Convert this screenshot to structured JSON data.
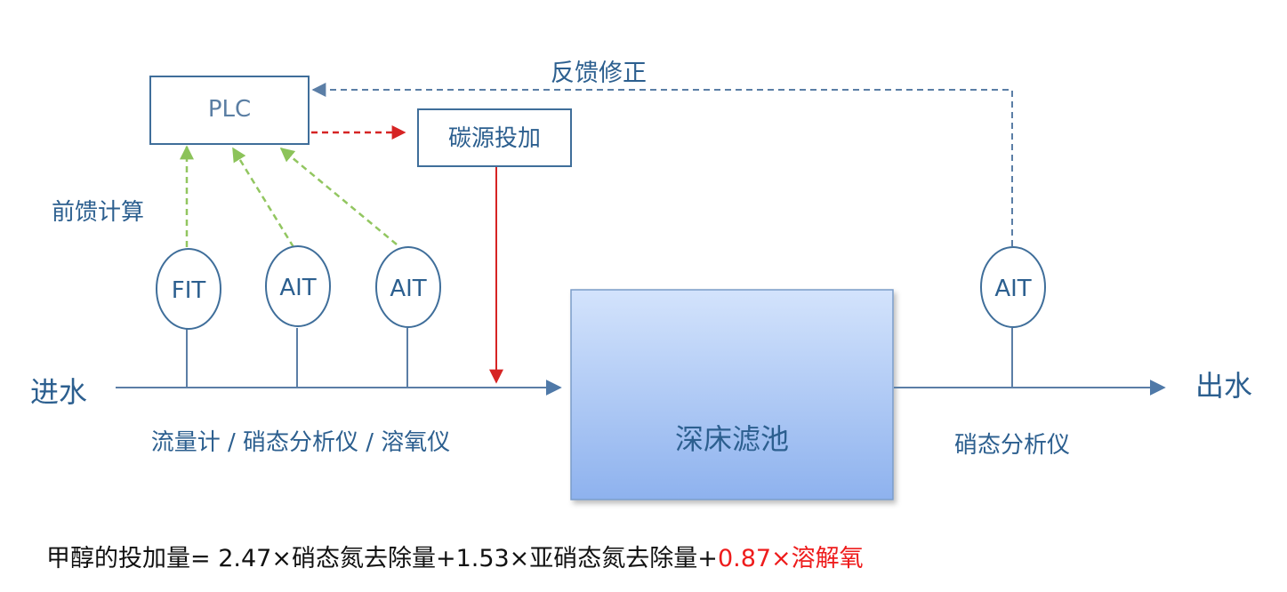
{
  "colors": {
    "line": "#5b7ea6",
    "label": "#2c5f8f",
    "feedforward": "#92c660",
    "control": "#d62424",
    "dosing": "#d62424",
    "highlight": "#ee1c1c",
    "filter_top": "#cfe0fb",
    "filter_bottom": "#8fb3ee"
  },
  "labels": {
    "feedback": "反馈修正",
    "feedforward": "前馈计算",
    "inlet": "进水",
    "outlet": "出水",
    "inlet_instruments": "流量计 / 硝态分析仪 / 溶氧仪",
    "outlet_instrument": "硝态分析仪"
  },
  "boxes": {
    "plc": "PLC",
    "dosing": "碳源投加",
    "filter": "深床滤池"
  },
  "instruments": {
    "fit": "FIT",
    "ait_1": "AIT",
    "ait_2": "AIT",
    "ait_out": "AIT"
  },
  "formula": {
    "prefix": "甲醇的投加量= 2.47×硝态氮去除量+1.53×亚硝态氮去除量+",
    "highlight": "0.87×溶解氧"
  }
}
